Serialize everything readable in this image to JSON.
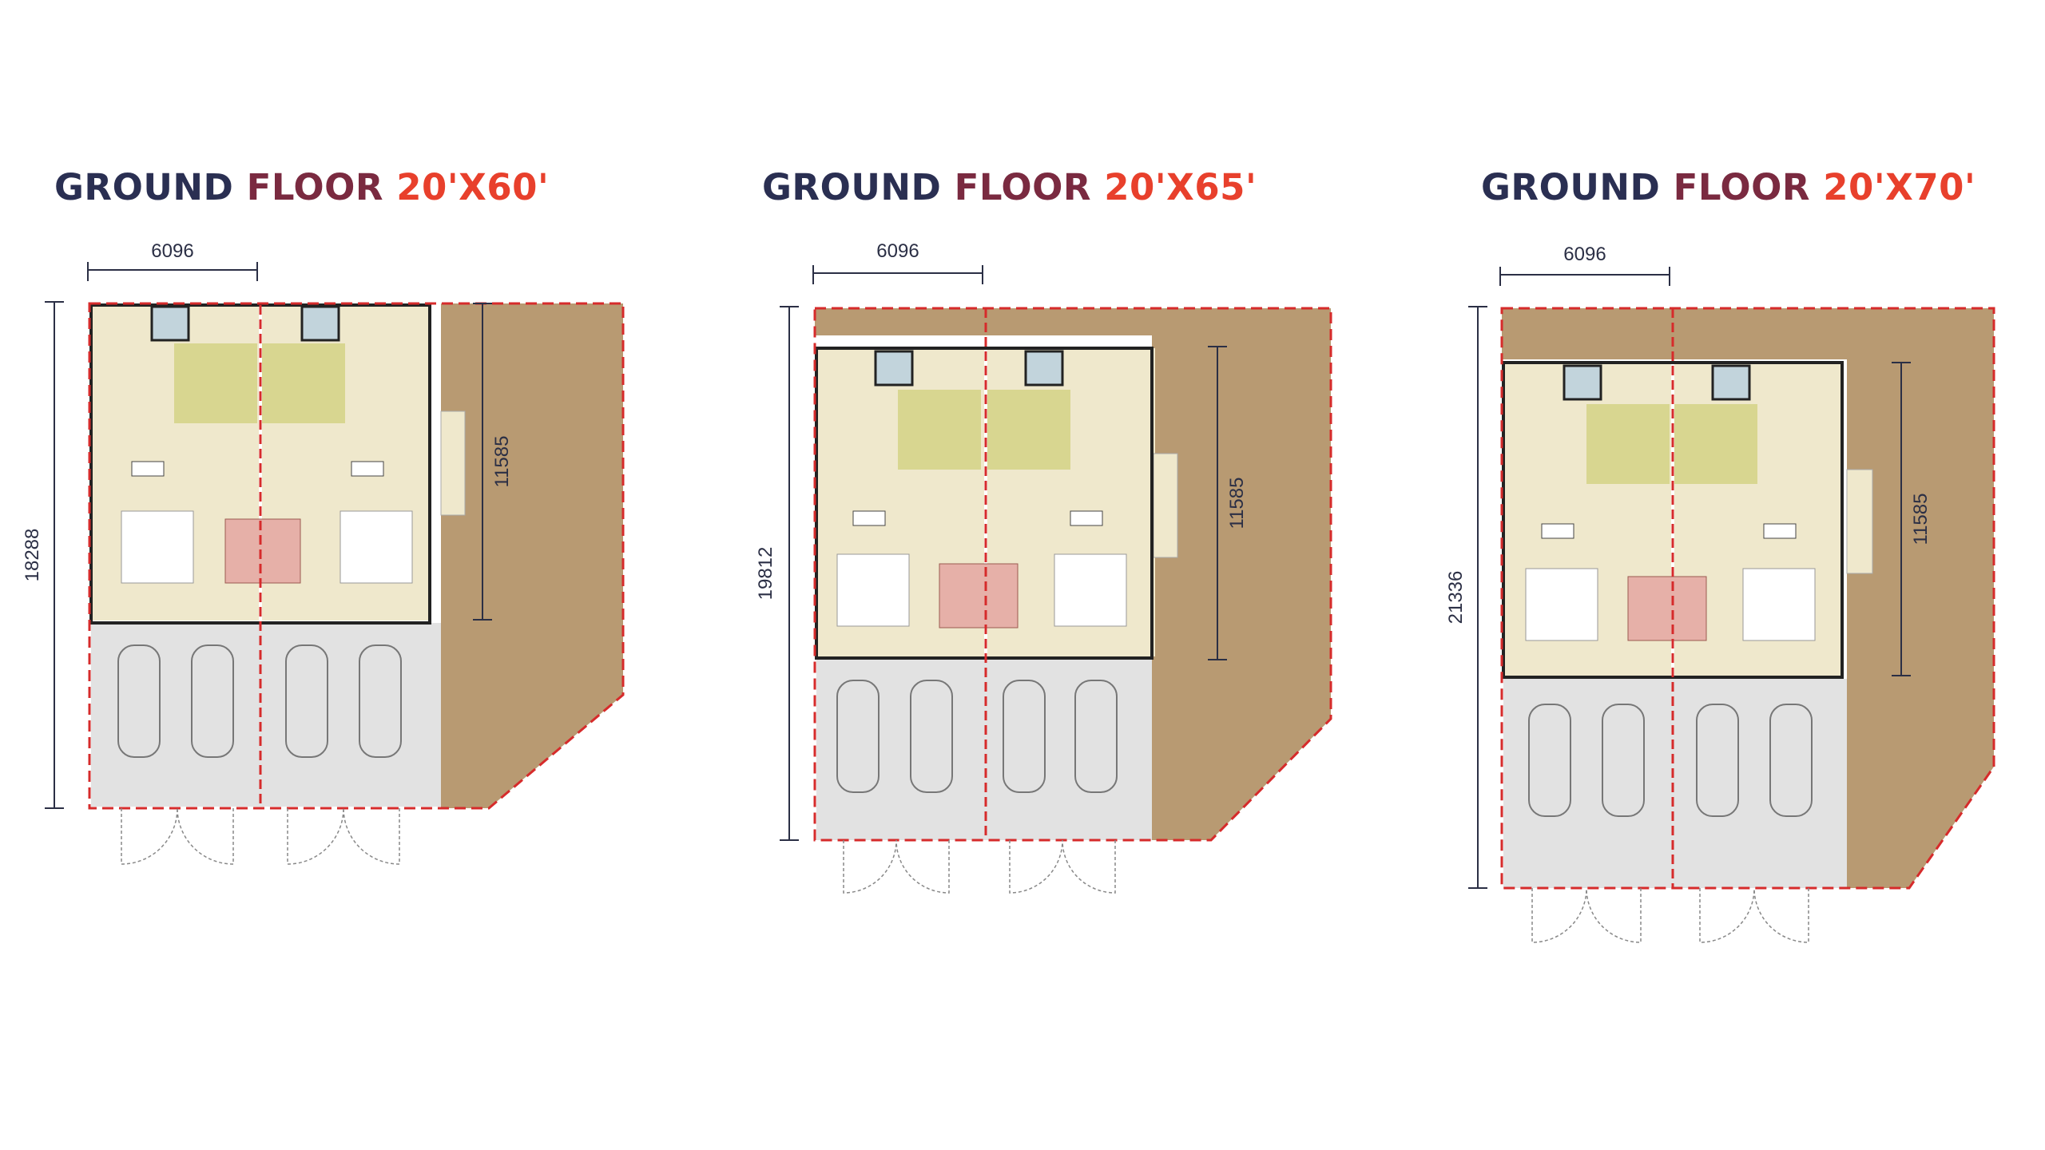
{
  "colors": {
    "title_dark": "#2a2f52",
    "title_mid": "#7a2a40",
    "title_accent": "#e8402c",
    "boundary": "#d62b2b",
    "yard": "#b89a72",
    "living": "#efe8cc",
    "kitchen": "#d8d690",
    "bath": "#c2d4dc",
    "carporch": "#e2e2e2",
    "stairs": "#e6b0a8"
  },
  "plans": [
    {
      "title_word1": "GROUND",
      "title_word2": "FLOOR",
      "title_size": "20'X60'",
      "width_dim": "6096",
      "depth_dim": "18288",
      "side_dim": "11585",
      "icons": [
        "car-icon",
        "car-icon",
        "car-icon",
        "car-icon",
        "dining-table-icon",
        "dining-table-icon",
        "sofa-set-icon",
        "sofa-set-icon",
        "bed-icon",
        "toilet-icon"
      ]
    },
    {
      "title_word1": "GROUND",
      "title_word2": "FLOOR",
      "title_size": "20'X65'",
      "width_dim": "6096",
      "depth_dim": "19812",
      "side_dim": "11585",
      "icons": [
        "car-icon",
        "car-icon",
        "car-icon",
        "car-icon",
        "dining-table-icon",
        "dining-table-icon",
        "sofa-set-icon",
        "sofa-set-icon",
        "bed-icon",
        "toilet-icon"
      ]
    },
    {
      "title_word1": "GROUND",
      "title_word2": "FLOOR",
      "title_size": "20'X70'",
      "width_dim": "6096",
      "depth_dim": "21336",
      "side_dim": "11585",
      "icons": [
        "car-icon",
        "car-icon",
        "car-icon",
        "car-icon",
        "dining-table-icon",
        "dining-table-icon",
        "sofa-set-icon",
        "sofa-set-icon",
        "bed-icon",
        "toilet-icon"
      ]
    }
  ]
}
